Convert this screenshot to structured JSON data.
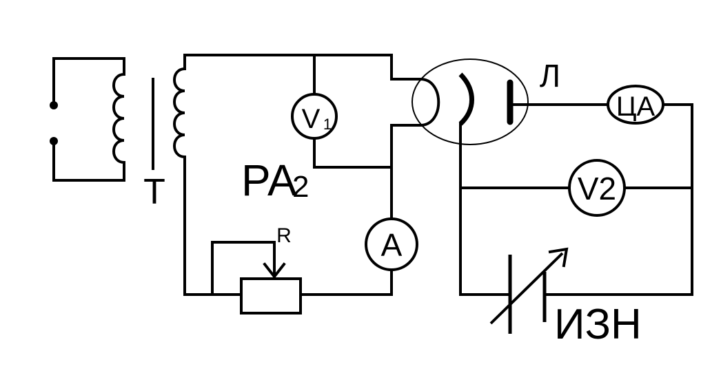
{
  "labels": {
    "transformer": "T",
    "rheostat": "R",
    "ammeter_group": "PA",
    "ammeter_group_sub": "2",
    "lamp": "Л",
    "source": "ИЗН"
  },
  "meters": {
    "v1": "V",
    "v1_sub": "1",
    "a": "A",
    "micro_a": "ЦA",
    "v2": "V2"
  }
}
